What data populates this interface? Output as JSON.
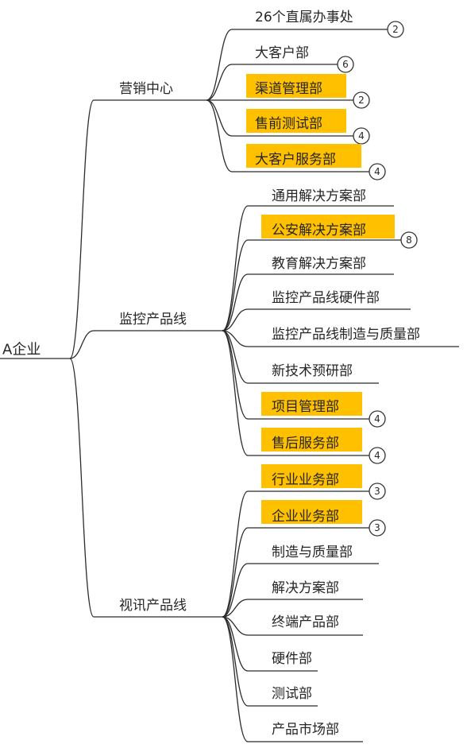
{
  "root": {
    "label": "A企业"
  },
  "branches": [
    {
      "label": "营销中心",
      "children": [
        {
          "label": "26个直属办事处",
          "badge": "2",
          "highlight": false
        },
        {
          "label": "大客户部",
          "badge": "6",
          "highlight": false
        },
        {
          "label": "渠道管理部",
          "badge": "2",
          "highlight": true
        },
        {
          "label": "售前测试部",
          "badge": "4",
          "highlight": true
        },
        {
          "label": "大客户服务部",
          "badge": "4",
          "highlight": true
        }
      ]
    },
    {
      "label": "监控产品线",
      "children": [
        {
          "label": "通用解决方案部",
          "badge": "",
          "highlight": false
        },
        {
          "label": "公安解决方案部",
          "badge": "8",
          "highlight": true
        },
        {
          "label": "教育解决方案部",
          "badge": "",
          "highlight": false
        },
        {
          "label": "监控产品线硬件部",
          "badge": "",
          "highlight": false
        },
        {
          "label": "监控产品线制造与质量部",
          "badge": "",
          "highlight": false
        },
        {
          "label": "新技术预研部",
          "badge": "",
          "highlight": false
        },
        {
          "label": "项目管理部",
          "badge": "4",
          "highlight": true
        },
        {
          "label": "售后服务部",
          "badge": "4",
          "highlight": true
        }
      ]
    },
    {
      "label": "视讯产品线",
      "children": [
        {
          "label": "行业业务部",
          "badge": "3",
          "highlight": true
        },
        {
          "label": "企业业务部",
          "badge": "3",
          "highlight": true
        },
        {
          "label": "制造与质量部",
          "badge": "",
          "highlight": false
        },
        {
          "label": "解决方案部",
          "badge": "",
          "highlight": false
        },
        {
          "label": "终端产品部",
          "badge": "",
          "highlight": false
        },
        {
          "label": "硬件部",
          "badge": "",
          "highlight": false
        },
        {
          "label": "测试部",
          "badge": "",
          "highlight": false
        },
        {
          "label": "产品市场部",
          "badge": "",
          "highlight": false
        }
      ]
    }
  ],
  "colors": {
    "highlight": "#FFC000",
    "line": "#2b2b2b",
    "text": "#262626"
  }
}
